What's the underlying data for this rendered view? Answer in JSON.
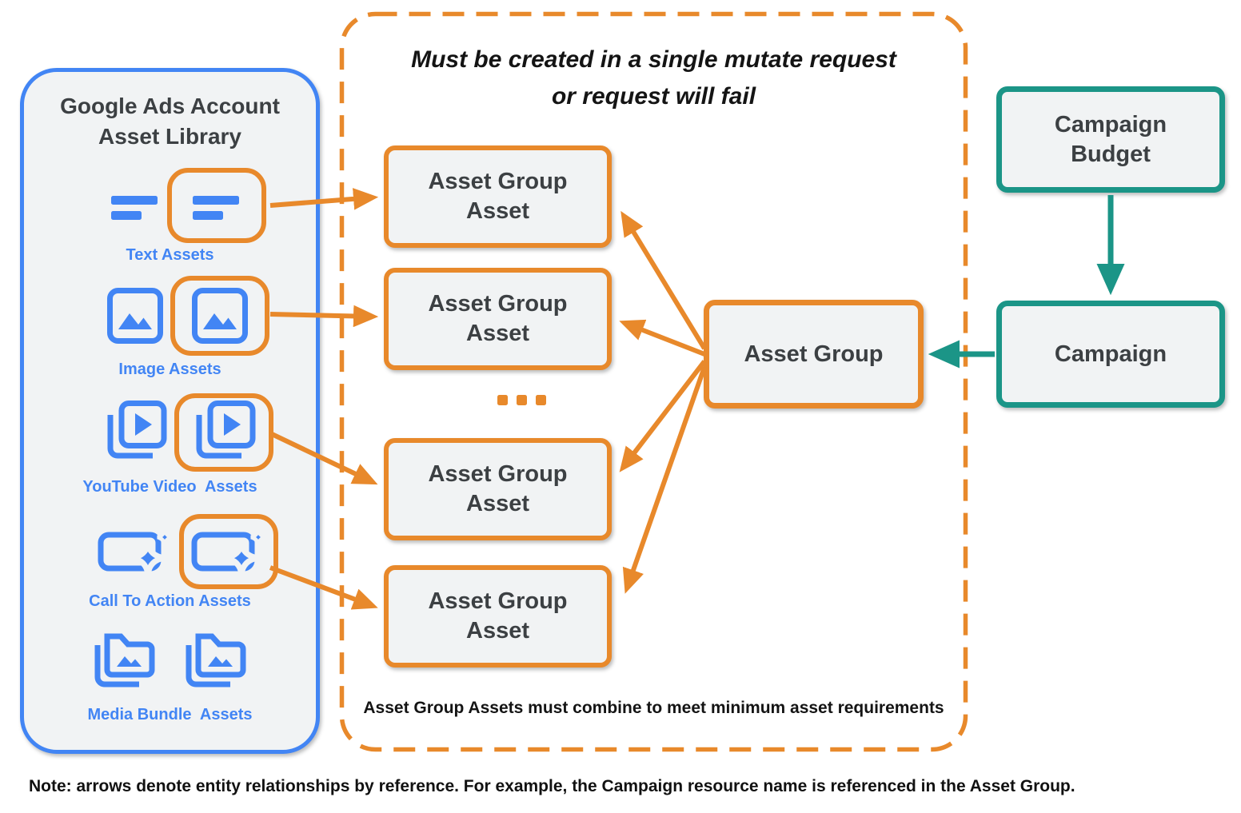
{
  "colors": {
    "orange": "#E8892B",
    "teal": "#1B9587",
    "blue": "#4285F4",
    "node_fill": "#F1F3F4",
    "node_text": "#3C4043"
  },
  "left_panel": {
    "title_line1": "Google Ads Account",
    "title_line2": "Asset Library",
    "rows": [
      {
        "label": "Text Assets"
      },
      {
        "label": "Image Assets"
      },
      {
        "label": "YouTube Video  Assets"
      },
      {
        "label": "Call To Action Assets"
      },
      {
        "label": "Media Bundle  Assets"
      }
    ]
  },
  "mutate_group": {
    "heading_line1": "Must be created in a single mutate request",
    "heading_line2": "or request will fail",
    "boxes": [
      {
        "line1": "Asset Group",
        "line2": "Asset"
      },
      {
        "line1": "Asset Group",
        "line2": "Asset"
      },
      {
        "line1": "Asset Group",
        "line2": "Asset"
      },
      {
        "line1": "Asset Group",
        "line2": "Asset"
      }
    ],
    "ellipsis": "...",
    "caption": "Asset Group Assets must combine to meet minimum asset requirements"
  },
  "nodes": {
    "asset_group": "Asset Group",
    "campaign_budget_line1": "Campaign",
    "campaign_budget_line2": "Budget",
    "campaign": "Campaign"
  },
  "note": "Note: arrows denote entity relationships by reference. For example, the Campaign resource name is referenced in the Asset Group."
}
